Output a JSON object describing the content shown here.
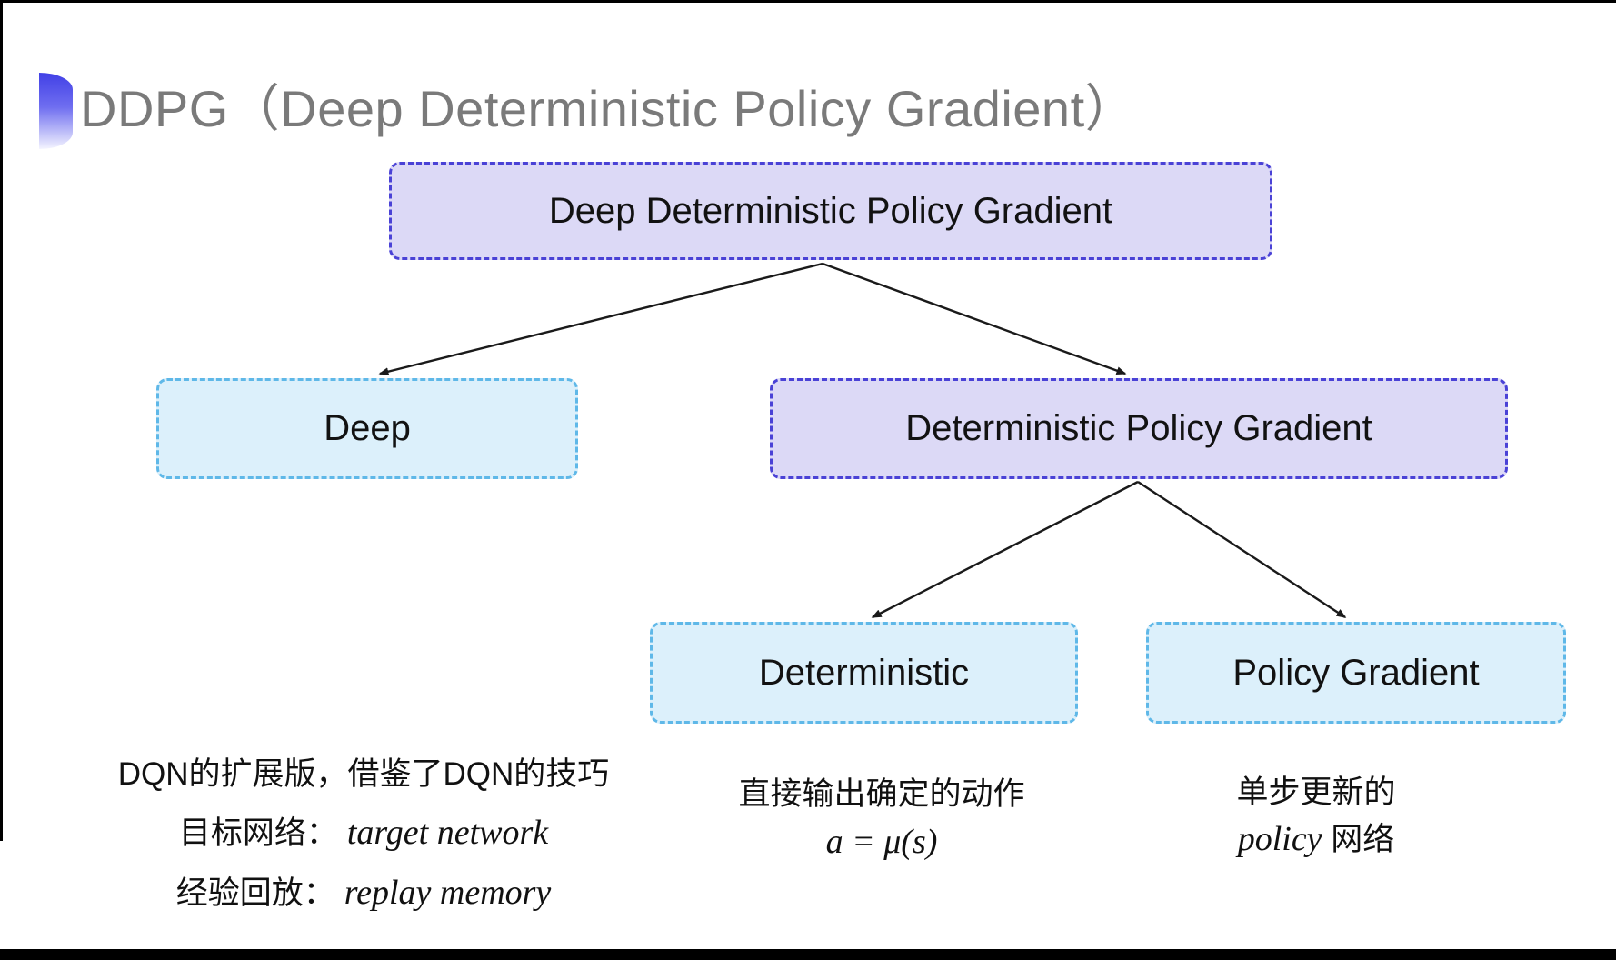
{
  "header": {
    "title": "DDPG（Deep Deterministic Policy Gradient）"
  },
  "tree": {
    "root": {
      "label": "Deep Deterministic Policy Gradient"
    },
    "level1": [
      {
        "id": "deep",
        "label": "Deep"
      },
      {
        "id": "dpg",
        "label": "Deterministic Policy Gradient"
      }
    ],
    "level2": [
      {
        "id": "deterministic",
        "label": "Deterministic"
      },
      {
        "id": "policy-gradient",
        "label": "Policy Gradient"
      }
    ]
  },
  "notes": {
    "deep": {
      "line1": "DQN的扩展版，借鉴了DQN的技巧",
      "line2_label": "目标网络：",
      "line2_term": "target network",
      "line3_label": "经验回放：",
      "line3_term": "replay memory"
    },
    "deterministic": {
      "line1": "直接输出确定的动作",
      "formula": "a = μ(s)"
    },
    "policy_gradient": {
      "line1": "单步更新的",
      "line2_term": "policy",
      "line2_rest": " 网络"
    }
  },
  "colors": {
    "lavender_fill": "#dcd9f6",
    "lavender_border": "#4a42d6",
    "blue_fill": "#dcf0fb",
    "blue_border": "#5fb8e8",
    "title_gray": "#7a7a7a",
    "arrow": "#1a1a1a",
    "accent_gradient_top": "#4140e6",
    "accent_gradient_bottom": "#f5f5ff"
  }
}
